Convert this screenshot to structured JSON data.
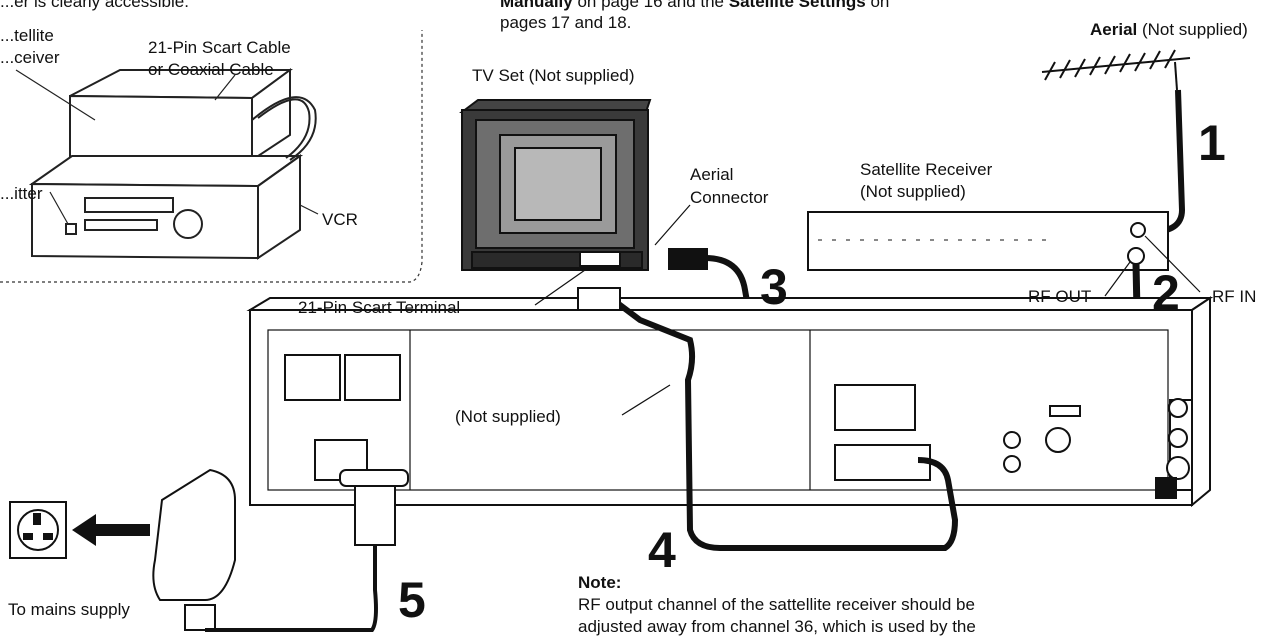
{
  "top_text": {
    "left_fragment": "...er is clearly accessible.",
    "right_line1_bold_a": "Manually",
    "right_line1_mid": " on page 16 and the ",
    "right_line1_bold_b": "Satellite Settings",
    "right_line1_end": " on",
    "right_line2": "pages 17 and 18."
  },
  "inset": {
    "satellite_receiver_label_1": "...tellite",
    "satellite_receiver_label_2": "...ceiver",
    "cable_label_1": "21-Pin Scart Cable",
    "cable_label_2": "or Coaxial Cable",
    "emitter_label": "...itter",
    "vcr_label": "VCR"
  },
  "labels": {
    "aerial_bold": "Aerial",
    "aerial_rest": " (Not supplied)",
    "tv_set": "TV Set (Not supplied)",
    "aerial_connector_1": "Aerial",
    "aerial_connector_2": "Connector",
    "sat_receiver_1": "Satellite Receiver",
    "sat_receiver_2": "(Not supplied)",
    "scart_terminal": "21-Pin Scart Terminal",
    "rf_out": "RF OUT",
    "rf_in": "RF IN",
    "not_supplied": "(Not supplied)",
    "mains": "To mains supply"
  },
  "steps": [
    "1",
    "2",
    "3",
    "4",
    "5"
  ],
  "note": {
    "title": "Note:",
    "body_line1": "RF output channel of the sattellite receiver should be",
    "body_line2": "adjusted away from channel 36, which is used by the"
  }
}
